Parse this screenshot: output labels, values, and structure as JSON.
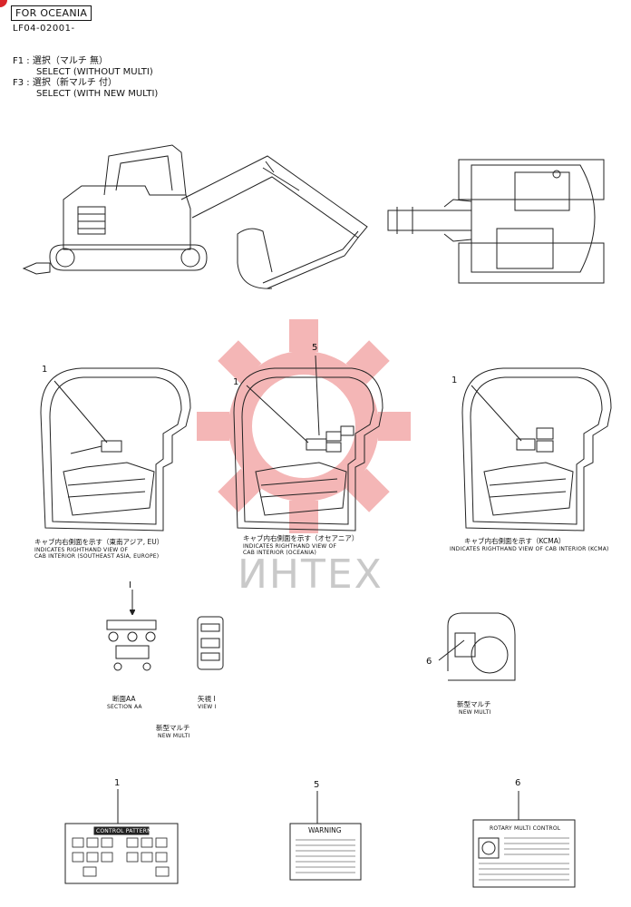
{
  "header": {
    "region_label": "FOR OCEANIA",
    "part_code": "LF04-02001-"
  },
  "selections": [
    {
      "key": "F1 :",
      "jp": "選択（マルチ 無）",
      "en": "SELECT (WITHOUT MULTI)"
    },
    {
      "key": "F3 :",
      "jp": "選択（新マルチ 付）",
      "en": "SELECT (WITH NEW MULTI)"
    }
  ],
  "cab_views": [
    {
      "number": "1",
      "jp": "キャブ内右側面を示す（東南アジア, EU）",
      "en1": "INDICATES RIGHTHAND VIEW OF",
      "en2": "CAB INTERIOR (SOUTHEAST ASIA, EUROPE)"
    },
    {
      "number": "1",
      "number2": "5",
      "jp": "キャブ内右側面を示す（オセアニア）",
      "en1": "INDICATES RIGHTHAND VIEW OF",
      "en2": "CAB INTERIOR (OCEANIA)"
    },
    {
      "number": "1",
      "jp": "キャブ内右側面を示す（KCMA）",
      "en1": "INDICATES RIGHTHAND VIEW OF CAB INTERIOR (KCMA)",
      "en2": ""
    }
  ],
  "details": {
    "arrow_label": "I",
    "section_jp": "断面AA",
    "section_en": "SECTION AA",
    "view_jp": "矢視 I",
    "view_en": "VIEW I",
    "multi_jp": "新型マルチ",
    "multi_en": "NEW MULTI",
    "multi2_number": "6",
    "multi2_jp": "新型マルチ",
    "multi2_en": "NEW MULTI"
  },
  "labels": [
    {
      "number": "1",
      "title": "CONTROL PATTERN"
    },
    {
      "number": "5",
      "title": "WARNING"
    },
    {
      "number": "6",
      "title": "ROTARY MULTI CONTROL"
    }
  ],
  "watermark": "ИНТЕХ",
  "colors": {
    "accent": "#d9252a",
    "watermark_gear": "#f4b6b6"
  }
}
